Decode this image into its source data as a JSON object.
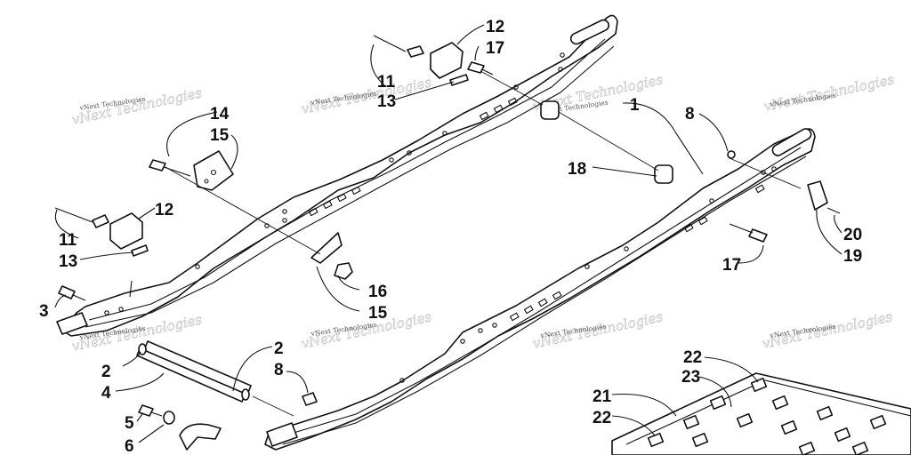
{
  "watermark": "vNext Technologies",
  "callouts": [
    {
      "id": "c1",
      "text": "1"
    },
    {
      "id": "c2a",
      "text": "2"
    },
    {
      "id": "c2b",
      "text": "2"
    },
    {
      "id": "c3",
      "text": "3"
    },
    {
      "id": "c4",
      "text": "4"
    },
    {
      "id": "c5",
      "text": "5"
    },
    {
      "id": "c6",
      "text": "6"
    },
    {
      "id": "c8a",
      "text": "8"
    },
    {
      "id": "c8b",
      "text": "8"
    },
    {
      "id": "c11a",
      "text": "11"
    },
    {
      "id": "c11b",
      "text": "11"
    },
    {
      "id": "c12a",
      "text": "12"
    },
    {
      "id": "c12b",
      "text": "12"
    },
    {
      "id": "c13a",
      "text": "13"
    },
    {
      "id": "c13b",
      "text": "13"
    },
    {
      "id": "c14",
      "text": "14"
    },
    {
      "id": "c15a",
      "text": "15"
    },
    {
      "id": "c15b",
      "text": "15"
    },
    {
      "id": "c16",
      "text": "16"
    },
    {
      "id": "c17a",
      "text": "17"
    },
    {
      "id": "c17b",
      "text": "17"
    },
    {
      "id": "c18",
      "text": "18"
    },
    {
      "id": "c19",
      "text": "19"
    },
    {
      "id": "c20",
      "text": "20"
    },
    {
      "id": "c21",
      "text": "21"
    },
    {
      "id": "c22a",
      "text": "22"
    },
    {
      "id": "c22b",
      "text": "22"
    },
    {
      "id": "c23",
      "text": "23"
    }
  ]
}
